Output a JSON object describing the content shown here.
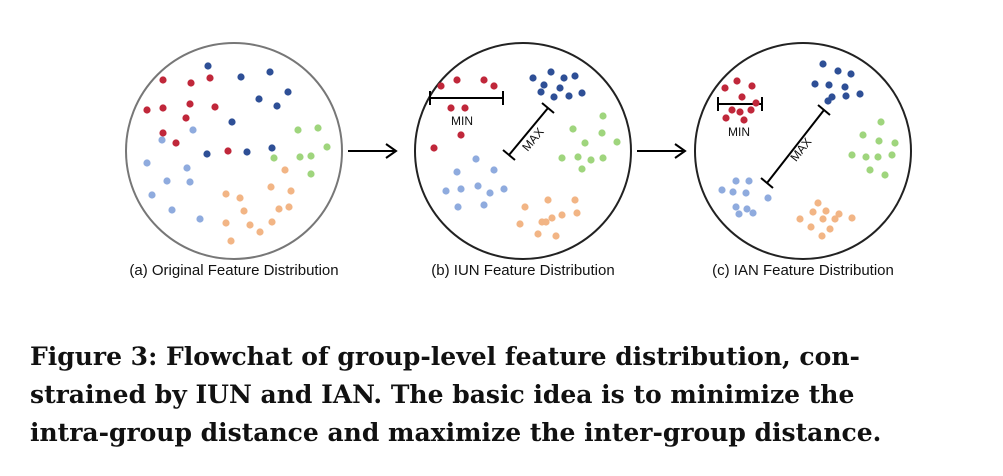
{
  "panels": [
    {
      "id": "a",
      "label": "(a) Original Feature Distribution"
    },
    {
      "id": "b",
      "label": "(b) IUN Feature Distribution",
      "min_label": "MIN",
      "max_label": "MAX"
    },
    {
      "id": "c",
      "label": "(c) IAN Feature Distribution",
      "min_label": "MIN",
      "max_label": "MAX"
    }
  ],
  "colors": {
    "red": "#c0273a",
    "blue": "#2e4f96",
    "lightblue": "#8fabde",
    "green": "#9fd57d",
    "orange": "#f2b585",
    "circle_a": "#777777",
    "circle_bc": "#222222"
  },
  "icons": [
    "arrow-right-icon"
  ],
  "caption": {
    "lines": [
      "Figure 3: Flowchat of group-level feature distribution, con-",
      "strained by IUN and IAN. The basic idea is to minimize the",
      "intra-group distance and maximize the inter-group distance."
    ]
  }
}
